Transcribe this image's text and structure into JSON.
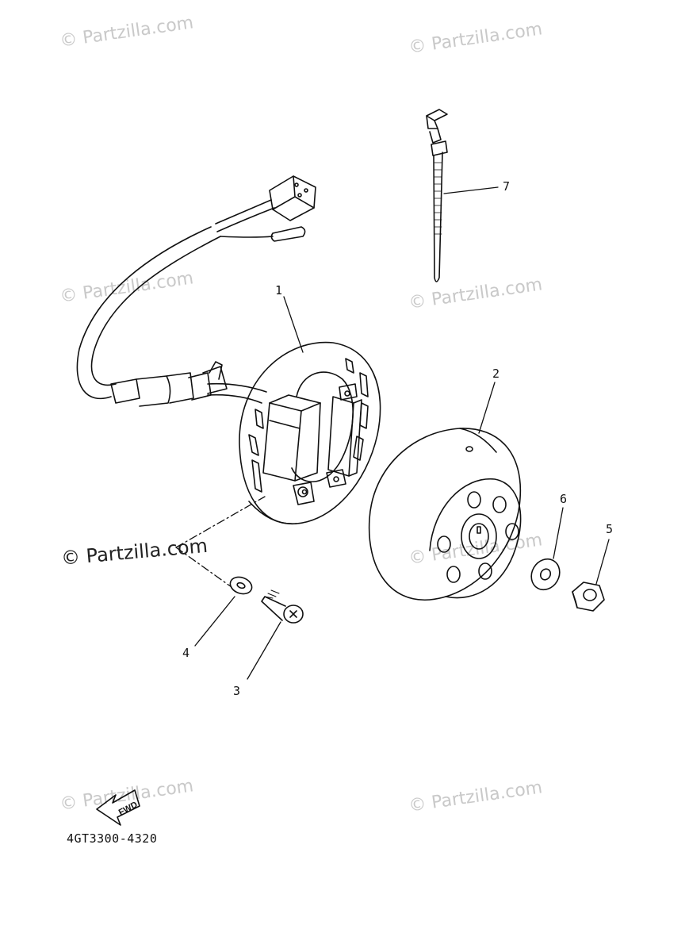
{
  "watermarks": [
    "© Partzilla.com"
  ],
  "callouts": {
    "c1": "1",
    "c2": "2",
    "c3": "3",
    "c4": "4",
    "c5": "5",
    "c6": "6",
    "c7": "7"
  },
  "direction_badge": "FWD",
  "reference_code": "4GT3300-4320"
}
